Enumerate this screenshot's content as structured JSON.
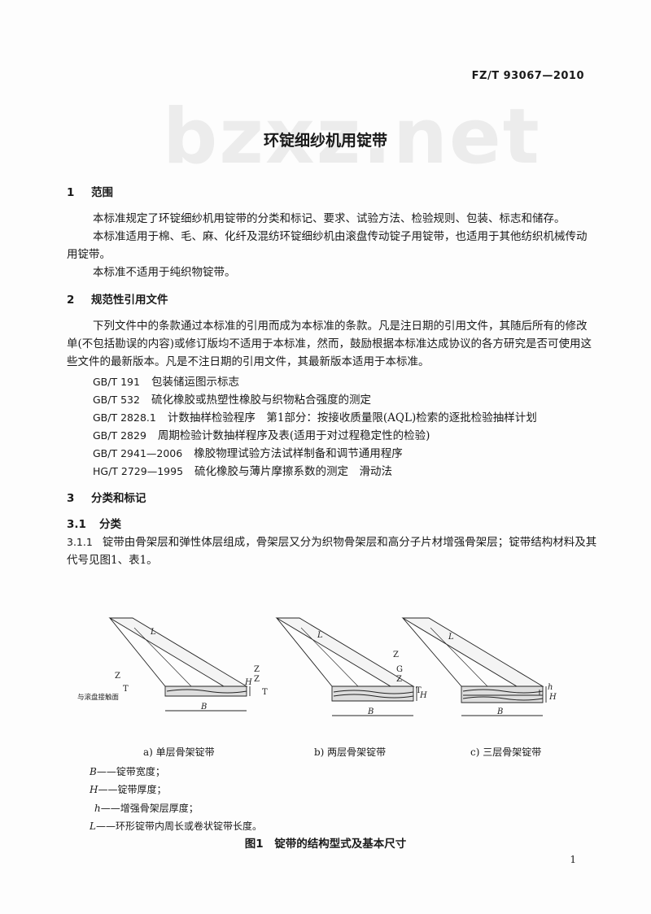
{
  "header": {
    "std_code": "FZ/T 93067—2010",
    "watermark": "bzxz.net"
  },
  "title": "环锭细纱机用锭带",
  "sections": {
    "s1": {
      "num": "1",
      "title": "范围",
      "p1": "本标准规定了环锭细纱机用锭带的分类和标记、要求、试验方法、检验规则、包装、标志和储存。",
      "p2": "本标准适用于棉、毛、麻、化纤及混纺环锭细纱机由滚盘传动锭子用锭带，也适用于其他纺织机械传动用锭带。",
      "p3": "本标准不适用于纯织物锭带。"
    },
    "s2": {
      "num": "2",
      "title": "规范性引用文件",
      "p1": "下列文件中的条款通过本标准的引用而成为本标准的条款。凡是注日期的引用文件，其随后所有的修改单(不包括勘误的内容)或修订版均不适用于本标准，然而，鼓励根据本标准达成协议的各方研究是否可使用这些文件的最新版本。凡是不注日期的引用文件，其最新版本适用于本标准。",
      "refs": [
        {
          "code": "GB/T 191",
          "title": "包装储运图示标志"
        },
        {
          "code": "GB/T 532",
          "title": "硫化橡胶或热塑性橡胶与织物粘合强度的测定"
        },
        {
          "code": "GB/T 2828.1",
          "title": "计数抽样检验程序　第1部分：按接收质量限(AQL)检索的逐批检验抽样计划"
        },
        {
          "code": "GB/T 2829",
          "title": "周期检验计数抽样程序及表(适用于对过程稳定性的检验)"
        },
        {
          "code": "GB/T 2941—2006",
          "title": "橡胶物理试验方法试样制备和调节通用程序"
        },
        {
          "code": "HG/T 2729—1995",
          "title": "硫化橡胶与薄片摩擦系数的测定　滑动法"
        }
      ]
    },
    "s3": {
      "num": "3",
      "title": "分类和标记",
      "s31": {
        "num": "3.1",
        "title": "分类"
      },
      "s311": {
        "num": "3.1.1",
        "text": "锭带由骨架层和弹性体层组成，骨架层又分为织物骨架层和高分子片材增强骨架层；锭带结构材料及其代号见图1、表1。"
      }
    }
  },
  "figure": {
    "labels": {
      "L": "L",
      "Z": "Z",
      "T": "T",
      "G": "G",
      "H": "H",
      "B": "B",
      "h": "h",
      "contact": "与滚盘接触面"
    },
    "captions": {
      "a": "a) 单层骨架锭带",
      "b": "b) 两层骨架锭带",
      "c": "c) 三层骨架锭带"
    },
    "legend": [
      {
        "sym": "B",
        "desc": "——锭带宽度；"
      },
      {
        "sym": "H",
        "desc": "——锭带厚度；"
      },
      {
        "sym": "h",
        "desc": "——增强骨架层厚度；"
      },
      {
        "sym": "L",
        "desc": "——环形锭带内周长或卷状锭带长度。"
      }
    ],
    "title": "图1　锭带的结构型式及基本尺寸"
  },
  "page_number": "1"
}
